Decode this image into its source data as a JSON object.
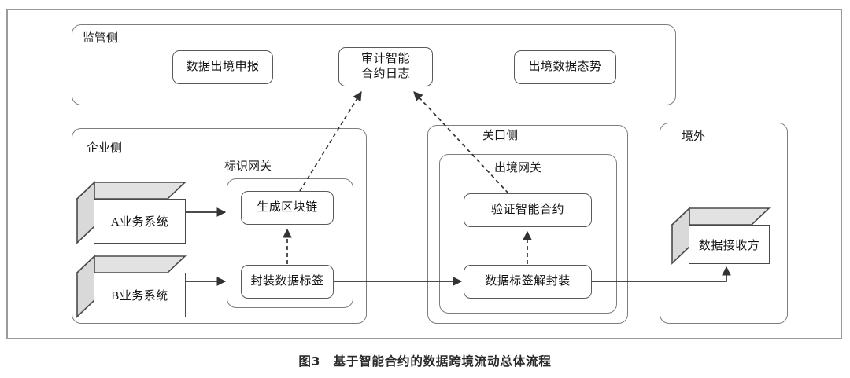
{
  "figure": {
    "caption": "图3　基于智能合约的数据跨境流动总体流程",
    "frame_color": "#9a9a9a",
    "node_border_color": "#5a5a5a",
    "panel_border_color": "#7d7d7d",
    "cube_fill": "#e2e2e2"
  },
  "regions": {
    "regulator": {
      "label": "监管侧"
    },
    "enterprise": {
      "label": "企业侧"
    },
    "customs": {
      "label": "关口侧"
    },
    "overseas": {
      "label": "境外"
    },
    "id_gateway": {
      "label": "标识网关"
    },
    "exit_gateway": {
      "label": "出境网关"
    }
  },
  "nodes": {
    "data_export_declaration": {
      "label": "数据出境申报"
    },
    "audit_contract_log": {
      "line1": "审计智能",
      "line2": "合约日志"
    },
    "export_data_posture": {
      "label": "出境数据态势"
    },
    "generate_blockchain": {
      "label": "生成区块链"
    },
    "encapsulate_data_tag": {
      "label": "封装数据标签"
    },
    "verify_smart_contract": {
      "label": "验证智能合约"
    },
    "data_tag_decapsulation": {
      "label": "数据标签解封装"
    }
  },
  "systems": {
    "business_system_a": {
      "label": "A业务系统"
    },
    "business_system_b": {
      "label": "B业务系统"
    },
    "data_receiver": {
      "label": "数据接收方"
    }
  },
  "connections": [
    {
      "id": "a-to-gateway",
      "from": "business_system_a",
      "to": "id_gateway",
      "style": "solid-arrow"
    },
    {
      "id": "b-to-gateway",
      "from": "business_system_b",
      "to": "id_gateway",
      "style": "solid-arrow"
    },
    {
      "id": "encapsulate-to-blockchain",
      "from": "encapsulate_data_tag",
      "to": "generate_blockchain",
      "style": "dashed-arrow"
    },
    {
      "id": "encapsulate-to-decapsulation",
      "from": "encapsulate_data_tag",
      "to": "data_tag_decapsulation",
      "style": "solid-arrow"
    },
    {
      "id": "decapsulation-to-verify",
      "from": "data_tag_decapsulation",
      "to": "verify_smart_contract",
      "style": "dashed-arrow"
    },
    {
      "id": "decapsulation-to-receiver",
      "from": "data_tag_decapsulation",
      "to": "data_receiver",
      "style": "solid-arrow"
    },
    {
      "id": "blockchain-to-audit-log",
      "from": "generate_blockchain",
      "to": "audit_contract_log",
      "style": "dashed-arrow"
    },
    {
      "id": "verify-to-audit-log",
      "from": "verify_smart_contract",
      "to": "audit_contract_log",
      "style": "dashed-arrow"
    }
  ]
}
